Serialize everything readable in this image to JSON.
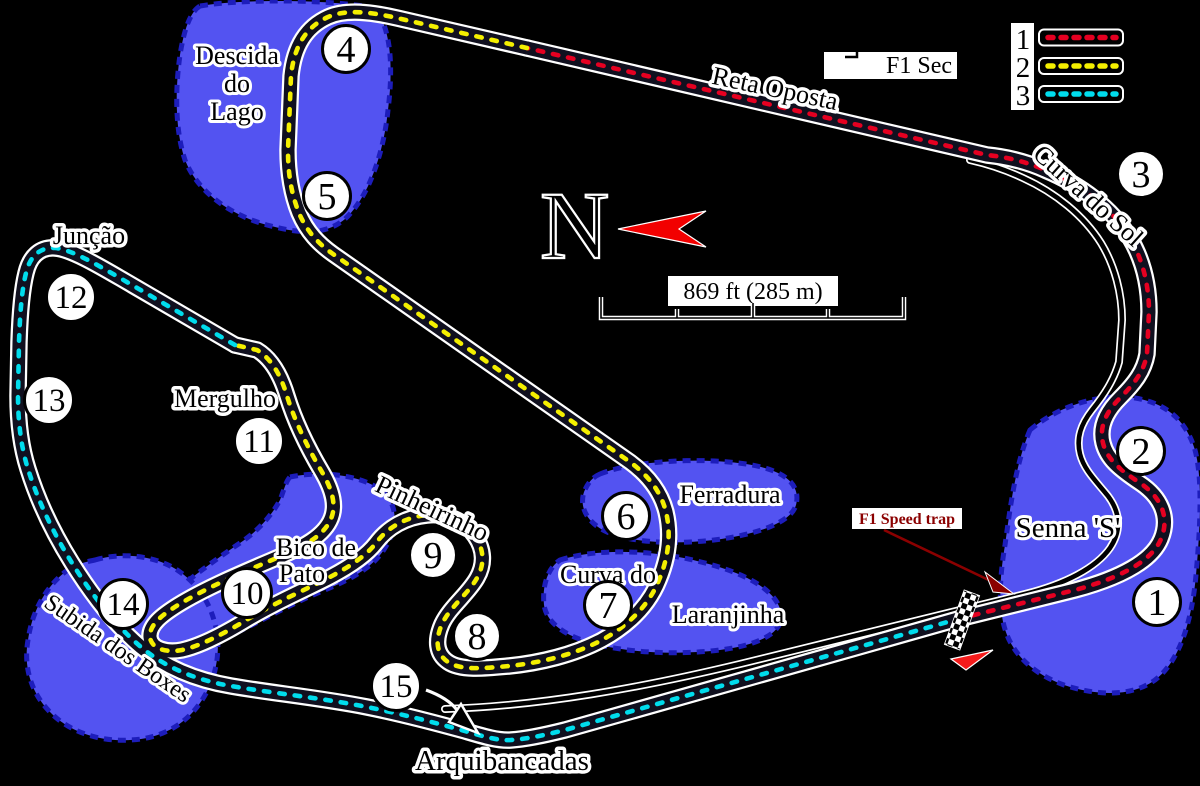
{
  "colors": {
    "background": "#000000",
    "sector1": "#e50021",
    "sector2": "#f4ef00",
    "sector3": "#00dced",
    "area_fill": "#5353f1",
    "area_border": "#1d1dbb",
    "track_body": "#10101f",
    "track_edge": "#ffffff",
    "speed_trap": "#8b0000",
    "arrow_red": "#f51b1b"
  },
  "legend": {
    "partial_title": "F1 Sec",
    "items": [
      {
        "number": "1"
      },
      {
        "number": "2"
      },
      {
        "number": "3"
      }
    ]
  },
  "compass": {
    "letter": "N"
  },
  "scale_bar": {
    "label": "869 ft (285 m)"
  },
  "speed_trap": {
    "label": "F1 Speed trap"
  },
  "corners": [
    "1",
    "2",
    "3",
    "4",
    "5",
    "6",
    "7",
    "8",
    "9",
    "10",
    "11",
    "12",
    "13",
    "14",
    "15"
  ],
  "labels": {
    "reta_oposta": "Reta Oposta",
    "curva_do_sol": "Curva do Sol",
    "descida_line1": "Descida",
    "descida_line2": "do",
    "descida_line3": "Lago",
    "juncao": "Junção",
    "mergulho": "Mergulho",
    "pinheirinho": "Pinheirinho",
    "bico_line1": "Bico de",
    "bico_line2": "Pato",
    "curva_do": "Curva do",
    "laranjinha": "Laranjinha",
    "ferradura": "Ferradura",
    "senna": "Senna 'S'",
    "subida": "Subida dos Boxes",
    "arquibancadas": "Arquibancadas"
  }
}
